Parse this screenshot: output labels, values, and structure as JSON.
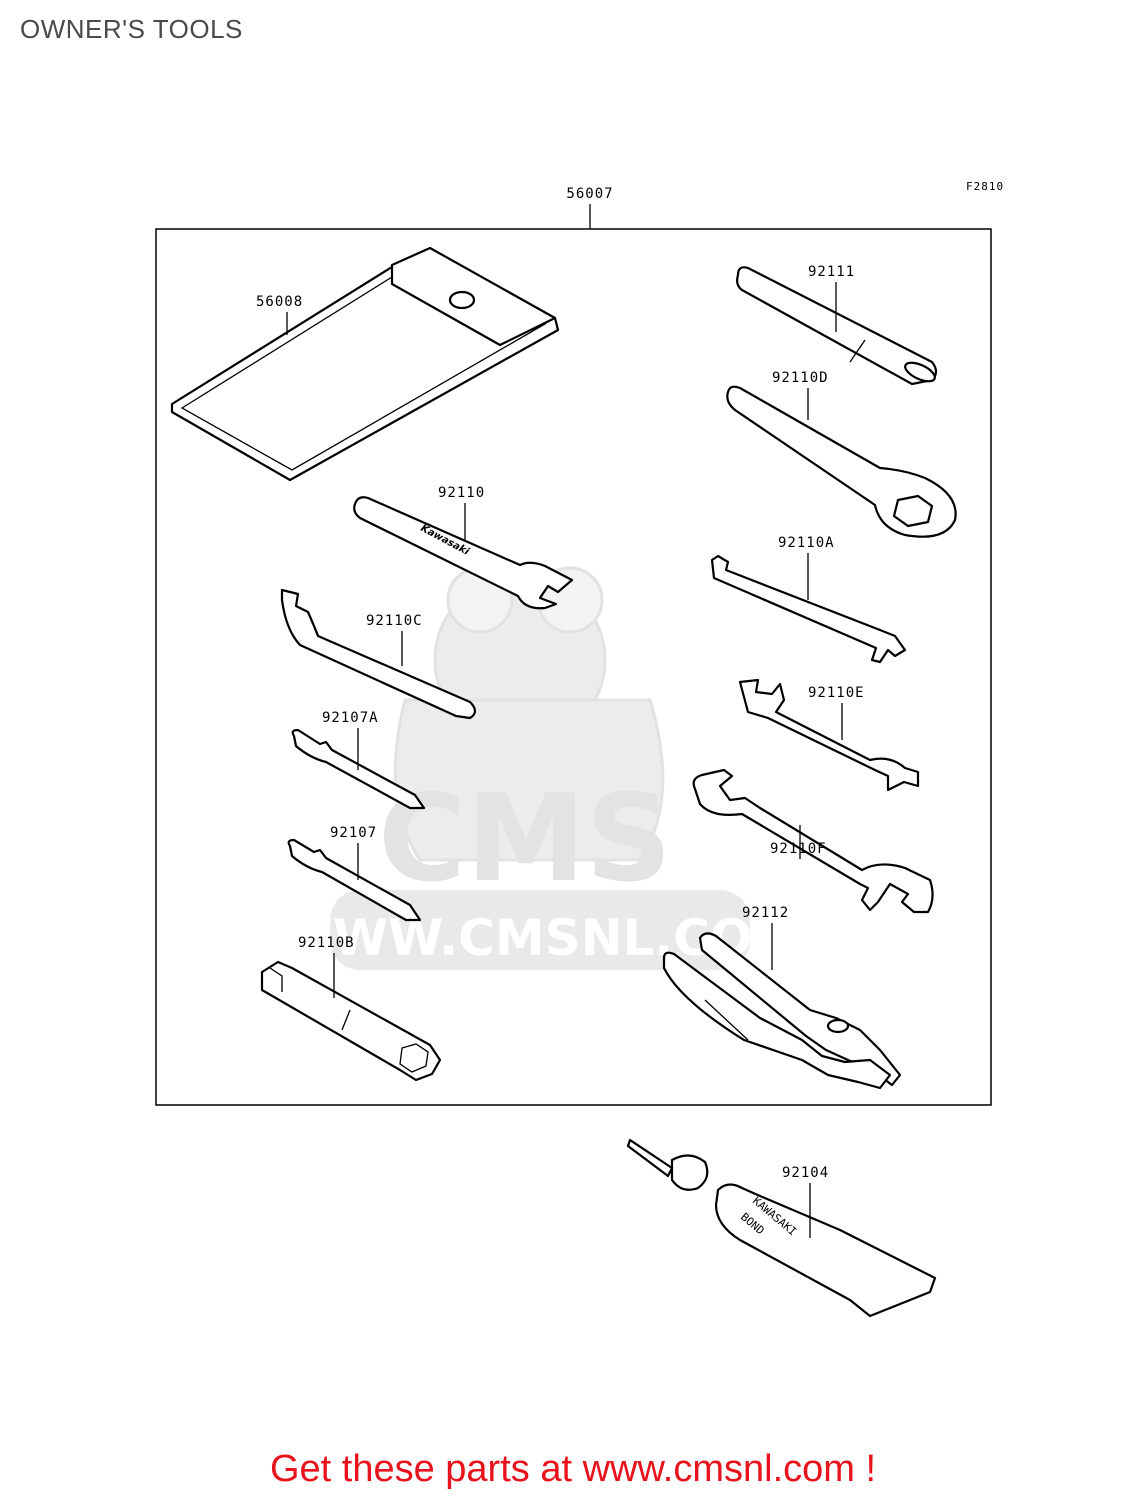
{
  "page": {
    "title": "OWNER'S TOOLS",
    "figure_code": "F2810",
    "footer": "Get these parts at www.cmsnl.com !"
  },
  "watermark": {
    "brand": "CMS",
    "url": "WWW.CMSNL.COM"
  },
  "parts": {
    "kit": "56007",
    "pouch": "56008",
    "handle": "92111",
    "ring_wrench": "92110D",
    "wrench_main": "92110",
    "flat_wrench": "92110A",
    "hook_wrench": "92110C",
    "small_wrench": "92110E",
    "screwdriver_a": "92107A",
    "open_wrench": "92110F",
    "screwdriver": "92107",
    "pliers": "92112",
    "plug_wrench": "92110B",
    "bond": "92104"
  },
  "markings": {
    "wrench_brand": "Kawasaki",
    "bond_line1": "KAWASAKI",
    "bond_line2": "BOND"
  }
}
